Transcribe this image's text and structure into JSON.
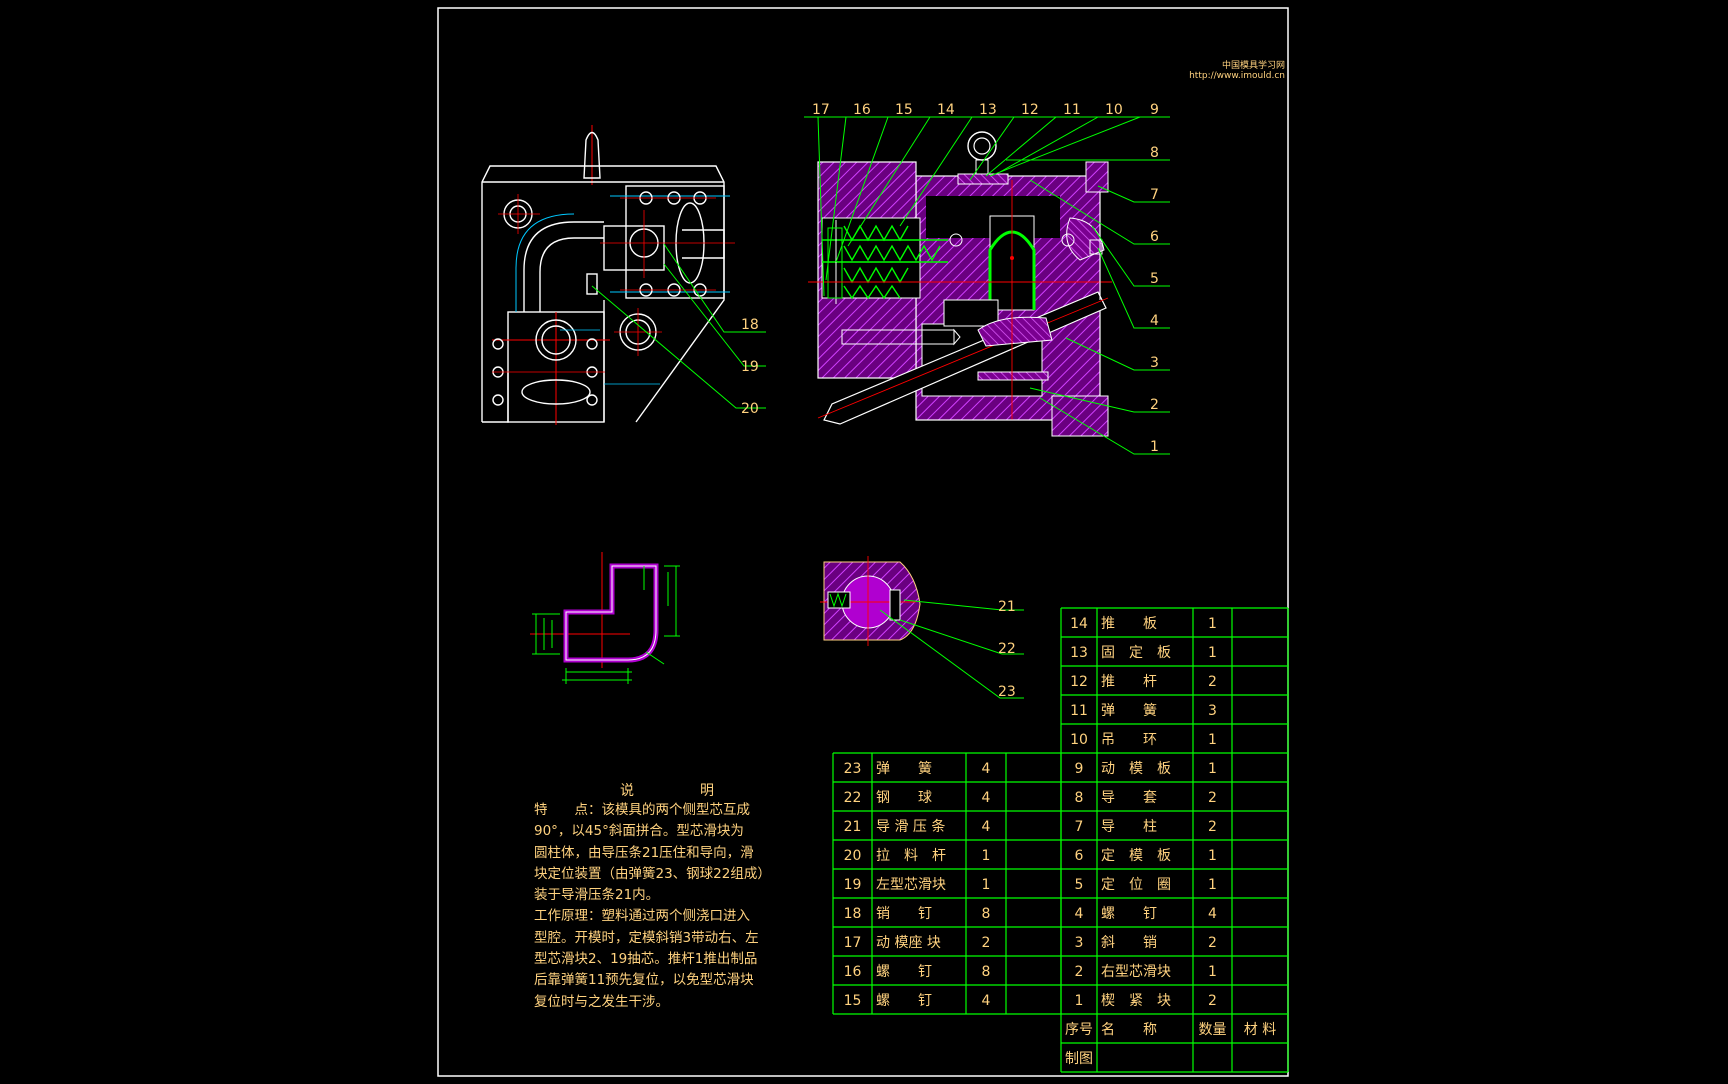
{
  "watermark": {
    "line1": "中国模具学习网",
    "line2": "http://www.imould.cn"
  },
  "notes": {
    "title": "说　明",
    "lines": [
      "特　　点：该模具的两个侧型芯互成",
      "90°，以45°斜面拼合。型芯滑块为",
      "圆柱体，由导压条21压住和导向，滑",
      "块定位装置（由弹簧23、钢球22组成）",
      "装于导滑压条21内。",
      "工作原理：塑料通过两个侧浇口进入",
      "型腔。开模时，定模斜销3带动右、左",
      "型芯滑块2、19抽芯。推杆1推出制品",
      "后靠弹簧11预先复位，以免型芯滑块",
      "复位时与之发生干涉。"
    ]
  },
  "leaders_main": [
    "17",
    "16",
    "15",
    "14",
    "13",
    "12",
    "11",
    "10",
    "9",
    "8",
    "7",
    "6",
    "5",
    "4",
    "3",
    "2",
    "1"
  ],
  "leaders_left": [
    "18",
    "19",
    "20"
  ],
  "leaders_detail": [
    "21",
    "22",
    "23"
  ],
  "bom_right": [
    {
      "no": "14",
      "name": "推　　板",
      "qty": "1"
    },
    {
      "no": "13",
      "name": "固　定　板",
      "qty": "1"
    },
    {
      "no": "12",
      "name": "推　　杆",
      "qty": "2"
    },
    {
      "no": "11",
      "name": "弹　　簧",
      "qty": "3"
    },
    {
      "no": "10",
      "name": "吊　　环",
      "qty": "1"
    },
    {
      "no": "9",
      "name": "动　模　板",
      "qty": "1"
    },
    {
      "no": "8",
      "name": "导　　套",
      "qty": "2"
    },
    {
      "no": "7",
      "name": "导　　柱",
      "qty": "2"
    },
    {
      "no": "6",
      "name": "定　模　板",
      "qty": "1"
    },
    {
      "no": "5",
      "name": "定　位　圈",
      "qty": "1"
    },
    {
      "no": "4",
      "name": "螺　　钉",
      "qty": "4"
    },
    {
      "no": "3",
      "name": "斜　　销",
      "qty": "2"
    },
    {
      "no": "2",
      "name": "右型芯滑块",
      "qty": "1"
    },
    {
      "no": "1",
      "name": "楔　紧　块",
      "qty": "2"
    }
  ],
  "bom_left": [
    {
      "no": "23",
      "name": "弹　　簧",
      "qty": "4"
    },
    {
      "no": "22",
      "name": "钢　　球",
      "qty": "4"
    },
    {
      "no": "21",
      "name": "导 滑 压 条",
      "qty": "4"
    },
    {
      "no": "20",
      "name": "拉　料　杆",
      "qty": "1"
    },
    {
      "no": "19",
      "name": "左型芯滑块",
      "qty": "1"
    },
    {
      "no": "18",
      "name": "销　　钉",
      "qty": "8"
    },
    {
      "no": "17",
      "name": "动 模座 块",
      "qty": "2"
    },
    {
      "no": "16",
      "name": "螺　　钉",
      "qty": "8"
    },
    {
      "no": "15",
      "name": "螺　　钉",
      "qty": "4"
    }
  ],
  "bom_header": {
    "no": "序号",
    "name": "名　　称",
    "qty": "数量",
    "material": "材 料"
  },
  "footer": {
    "drawn_by": "制图"
  },
  "colors": {
    "line": "#ffffff",
    "leader": "#00ff00",
    "hatch": "#b000d0",
    "center": "#ff0000",
    "text": "#ffd27f",
    "table": "#00ff00"
  }
}
